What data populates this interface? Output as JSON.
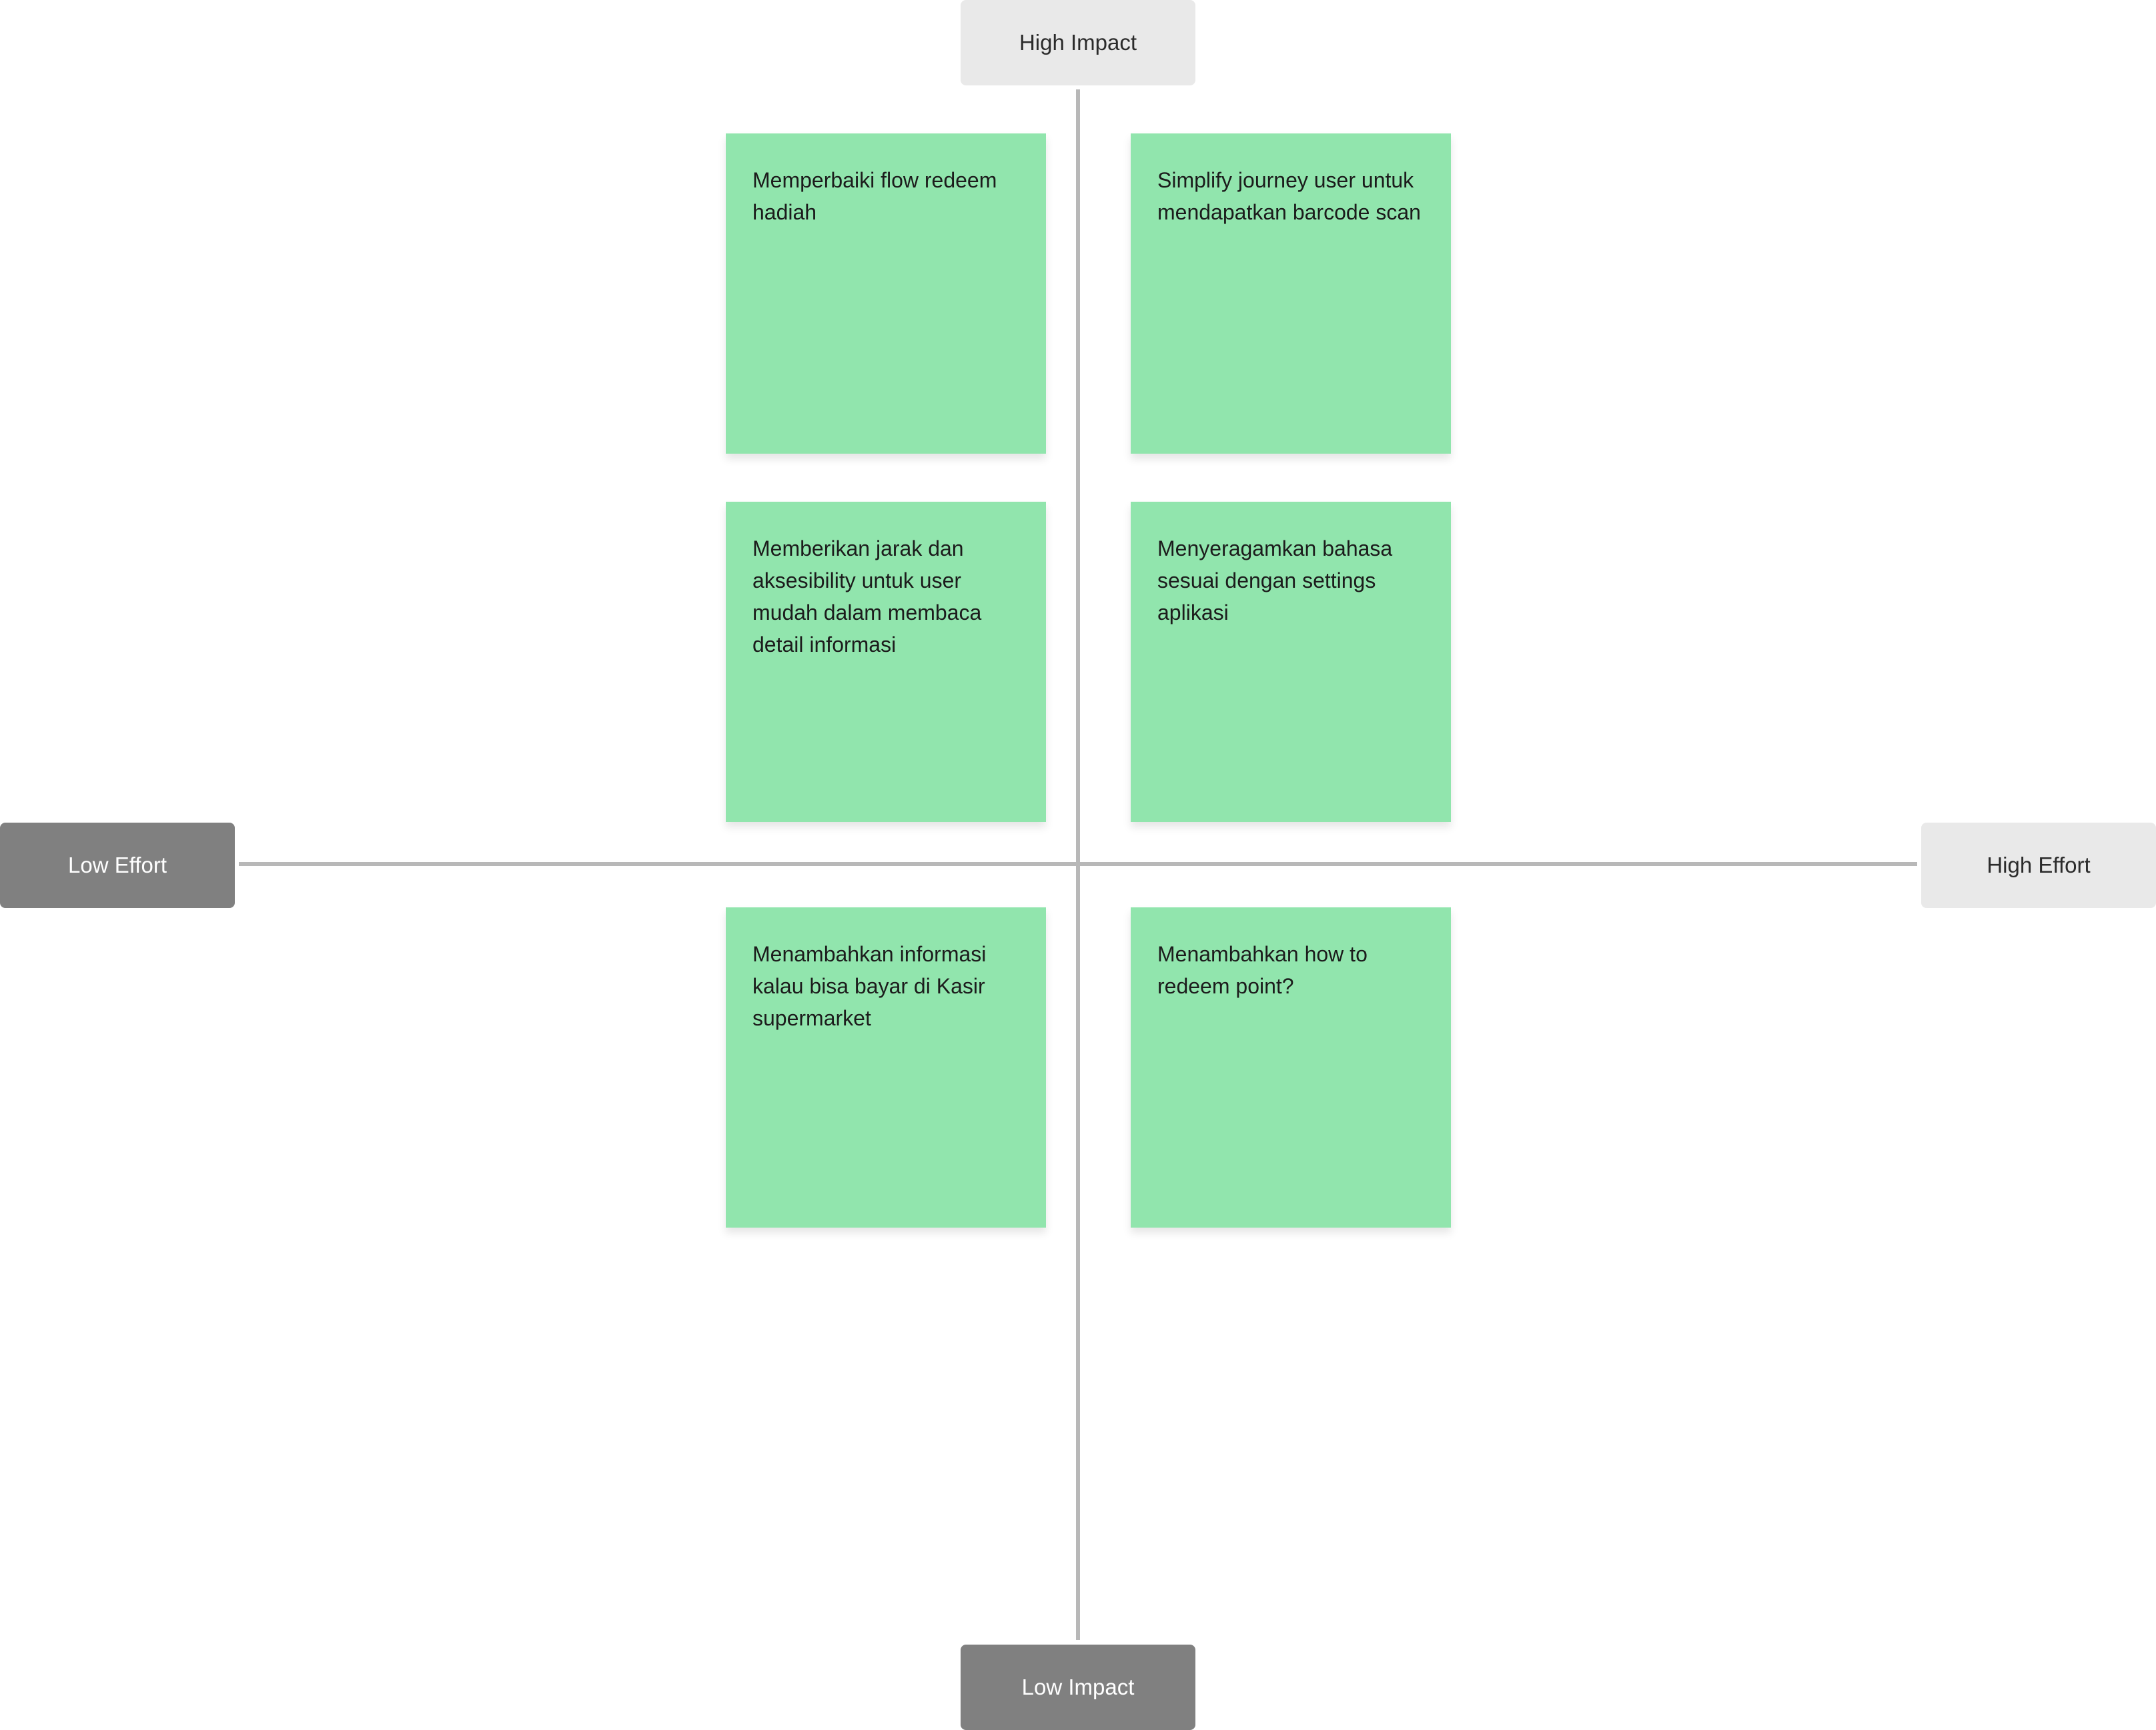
{
  "axes": {
    "top_label": "High Impact",
    "bottom_label": "Low Impact",
    "left_label": "Low Effort",
    "right_label": "High Effort"
  },
  "notes": [
    {
      "text": "Memperbaiki flow redeem hadiah"
    },
    {
      "text": "Simplify journey user untuk mendapatkan barcode scan"
    },
    {
      "text": "Memberikan jarak dan aksesibility untuk user mudah dalam membaca detail informasi"
    },
    {
      "text": "Menyeragamkan bahasa sesuai dengan settings aplikasi"
    },
    {
      "text": "Menambahkan informasi kalau bisa bayar di Kasir supermarket"
    },
    {
      "text": "Menambahkan how to redeem point?"
    }
  ],
  "colors": {
    "sticky_note": "#91e5ad",
    "axis_line": "#b8b8b8",
    "label_light": "#e9e9e9",
    "label_dark": "#808080"
  }
}
